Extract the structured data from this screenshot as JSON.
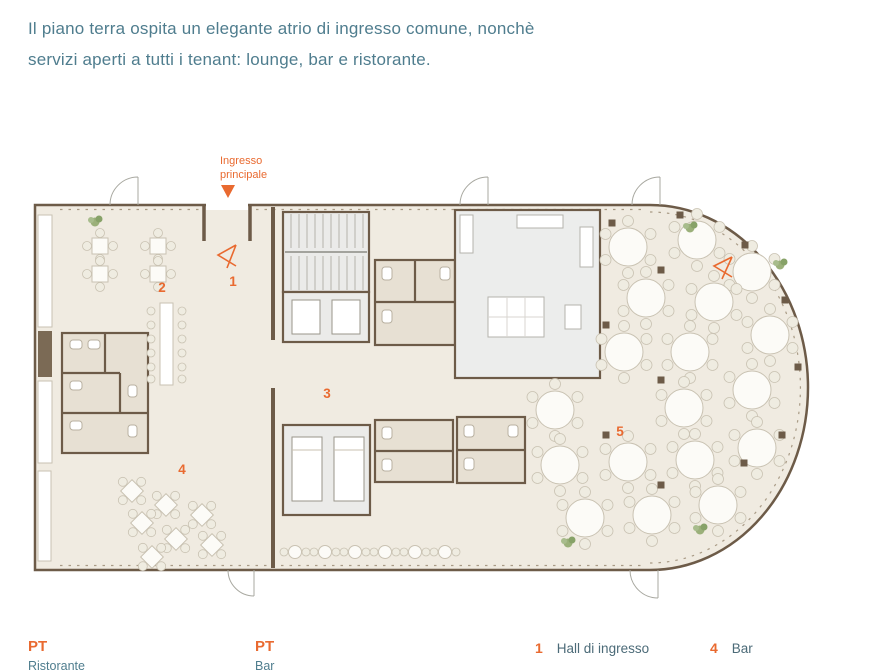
{
  "intro": {
    "line1": "Il piano terra ospita un elegante atrio di ingresso comune, nonchè",
    "line2": "servizi aperti a tutti i tenant: lounge, bar e ristorante."
  },
  "plan": {
    "entrance_line1": "Ingresso",
    "entrance_line2": "principale",
    "zone1": "1",
    "zone2": "2",
    "zone3": "3",
    "zone4": "4",
    "zone5": "5"
  },
  "legend": {
    "pt1_code": "PT",
    "pt1_label": "Ristorante",
    "pt2_code": "PT",
    "pt2_label": "Bar",
    "item1_num": "1",
    "item1_label": "Hall di ingresso",
    "item4_num": "4",
    "item4_label": "Bar"
  },
  "colors": {
    "accent_orange": "#E96A30",
    "text_teal": "#4F7D8E",
    "wall_brown": "#6D5B48",
    "floor_beige": "#F0EBE1"
  }
}
